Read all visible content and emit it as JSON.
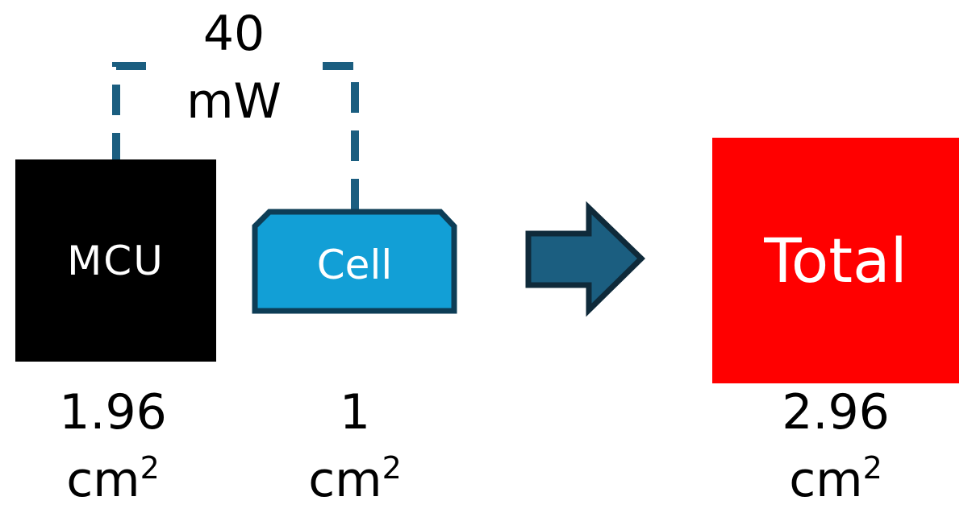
{
  "power": {
    "value": "40",
    "unit": "mW"
  },
  "components": [
    {
      "label": "MCU",
      "area_value": "1.96",
      "area_unit": "cm",
      "area_exp": "2",
      "fill": "#000000"
    },
    {
      "label": "Cell",
      "area_value": "1",
      "area_unit": "cm",
      "area_exp": "2",
      "fill": "#129fd6",
      "stroke": "#0d3d56"
    }
  ],
  "total": {
    "label": "Total",
    "area_value": "2.96",
    "area_unit": "cm",
    "area_exp": "2",
    "fill": "#ff0000"
  },
  "colors": {
    "connector": "#1b5e80",
    "arrow_fill": "#1b5e80",
    "arrow_stroke": "#0f2a3a"
  },
  "icons": {
    "arrow": "right-arrow-icon"
  }
}
